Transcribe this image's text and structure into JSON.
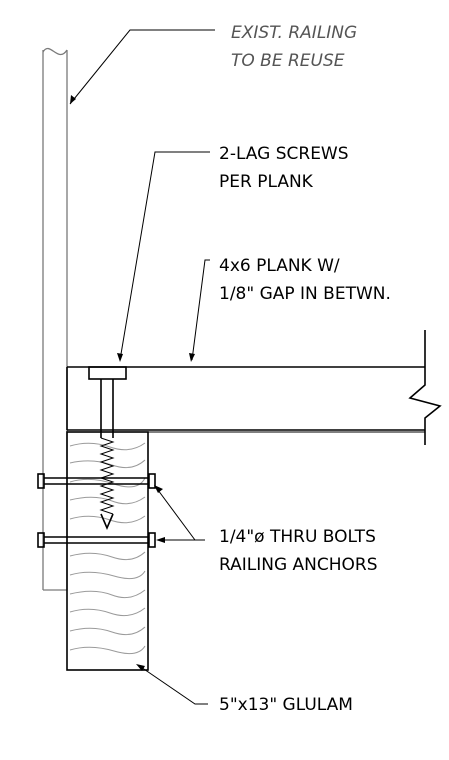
{
  "labels": {
    "existing_railing": [
      "EXIST. RAILING",
      "TO BE REUSE"
    ],
    "lag_screws": [
      "2-LAG SCREWS",
      "PER PLANK"
    ],
    "plank": [
      "4x6 PLANK W/",
      "1/8\" GAP IN BETWN."
    ],
    "thru_bolts": [
      "1/4\"ø THRU BOLTS",
      "RAILING ANCHORS"
    ],
    "glulam": [
      "5\"x13\" GLULAM"
    ]
  }
}
